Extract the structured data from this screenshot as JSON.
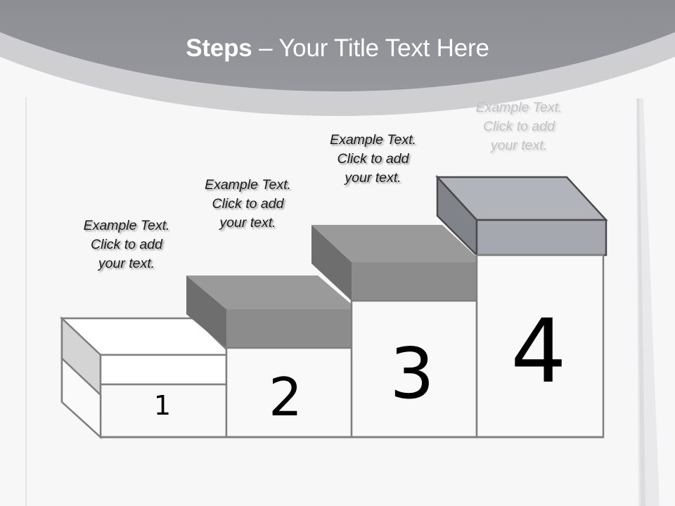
{
  "slide": {
    "title_bold": "Steps",
    "title_rest": " – Your Title Text Here",
    "background_top": "#5D5F63",
    "background_bottom": "#94969C",
    "body_background": "#F7F7F8",
    "arc_band_color": "#CFCFD1"
  },
  "steps": [
    {
      "number": "1",
      "caption": "Example Text.\nClick  to add\nyour text.",
      "slab_top_color": "#FFFFFF",
      "slab_front_color": "#FFFFFF",
      "slab_side_color": "#D4D4D4",
      "body_color": "#F9F9F9",
      "outline_color": "#808080",
      "caption_color": "#1A1A1A"
    },
    {
      "number": "2",
      "caption": "Example Text.\nClick  to add\nyour text.",
      "slab_top_color": "#9A9A9A",
      "slab_front_color": "#8C8C8C",
      "slab_side_color": "#6E6E6E",
      "body_color": "#F9F9F9",
      "outline_color": "#808080",
      "caption_color": "#1A1A1A"
    },
    {
      "number": "3",
      "caption": "Example Text.\nClick  to add\nyour text.",
      "slab_top_color": "#9A9A9A",
      "slab_front_color": "#8C8C8C",
      "slab_side_color": "#6E6E6E",
      "body_color": "#F9F9F9",
      "outline_color": "#808080",
      "caption_color": "#1A1A1A"
    },
    {
      "number": "4",
      "caption": "Example Text.\nClick  to add\nyour text.",
      "slab_top_color": "#B1B4BA",
      "slab_front_color": "#A5A8AE",
      "slab_side_color": "#808389",
      "body_color": "#F9F9F9",
      "outline_color": "#4A4A4C",
      "caption_color": "#C2C2C4"
    }
  ]
}
